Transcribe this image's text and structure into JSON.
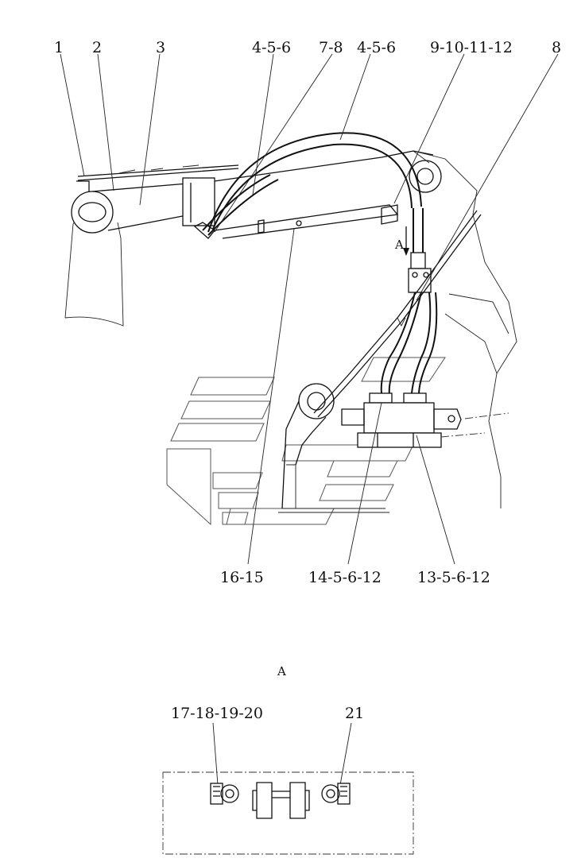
{
  "drawing": {
    "callouts_top": [
      "1",
      "2",
      "3",
      "4-5-6",
      "7-8",
      "4-5-6",
      "9-10-11-12",
      "8"
    ],
    "callouts_bottom": [
      "16-15",
      "14-5-6-12",
      "13-5-6-12"
    ],
    "view_arrow_label": "A",
    "view_title": "A",
    "view_callouts": [
      "17-18-19-20",
      "21"
    ]
  }
}
